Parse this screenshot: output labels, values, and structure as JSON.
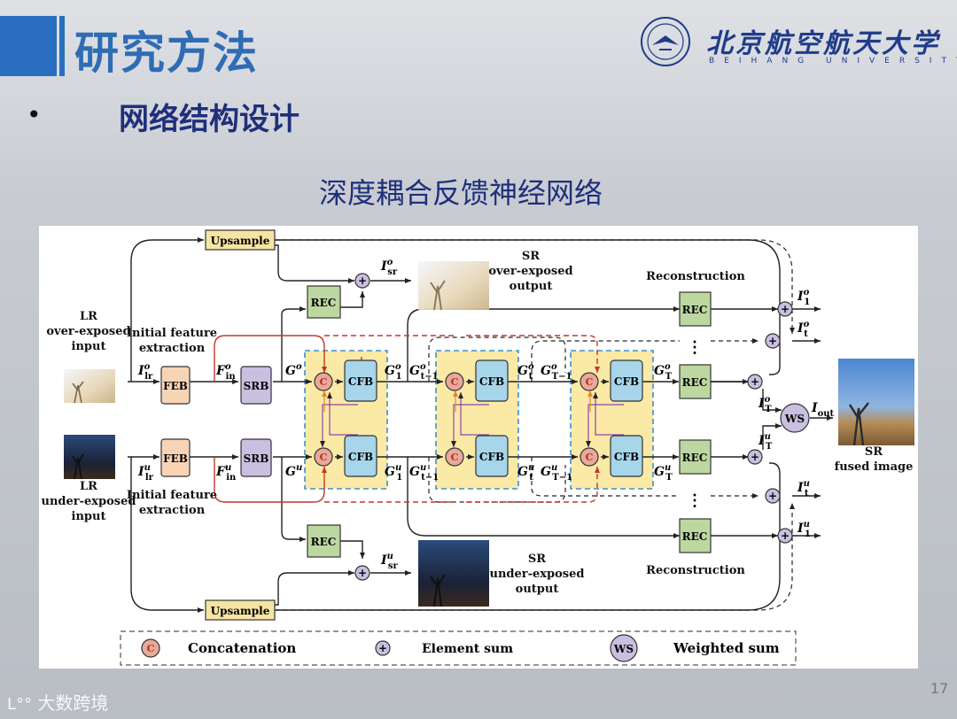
{
  "slide": {
    "title": "研究方法",
    "bullet": "•",
    "subtitle": "网络结构设计",
    "diagram_title": "深度耦合反馈神经网络",
    "page_number": "17",
    "watermark": "大数跨境"
  },
  "university": {
    "name_cn": "北京航空航天大学",
    "name_en": "BEIHANG UNIVERSITY"
  },
  "colors": {
    "accent_blue": "#2a6fbf",
    "feb_fill": "#f8d4b6",
    "srb_fill": "#c9bfe0",
    "cfb_fill": "#a7d5ea",
    "rec_fill": "#bcd8a0",
    "upsample_fill": "#f6e4a3",
    "stage_fill": "#fbe9a6",
    "concat_fill": "#e8a99a",
    "over_path": "#c0392b",
    "under_path": "#222222"
  },
  "diagram": {
    "upsample_label": "Upsample",
    "feb_label": "FEB",
    "srb_label": "SRB",
    "cfb_label": "CFB",
    "rec_label": "REC",
    "concat_symbol": "C",
    "sum_symbol": "+",
    "ws_label": "WS",
    "lr_over_label": [
      "LR",
      "over-exposed",
      "input"
    ],
    "lr_under_label": [
      "LR",
      "under-exposed",
      "input"
    ],
    "initial_feature_label": [
      "Initial feature",
      "extraction"
    ],
    "sr_over_label": [
      "SR",
      "over-exposed",
      "output"
    ],
    "sr_under_label": [
      "SR",
      "under-exposed",
      "output"
    ],
    "sr_fused_label": [
      "SR",
      "fused image"
    ],
    "reconstruction_label": "Reconstruction",
    "vertical_dots": "⋮",
    "var_labels": {
      "i_lr_o": [
        "I",
        "lr",
        "o"
      ],
      "i_lr_u": [
        "I",
        "lr",
        "u"
      ],
      "f_in_o": [
        "F",
        "in",
        "o"
      ],
      "f_in_u": [
        "F",
        "in",
        "u"
      ],
      "g_o": [
        "G",
        "",
        "o"
      ],
      "g_u": [
        "G",
        "",
        "u"
      ],
      "g1_o": [
        "G",
        "1",
        "o"
      ],
      "g1_u": [
        "G",
        "1",
        "u"
      ],
      "gt1_o": [
        "G",
        "t−1",
        "o"
      ],
      "gt1_u": [
        "G",
        "t−1",
        "u"
      ],
      "gt_o": [
        "G",
        "t",
        "o"
      ],
      "gt_u": [
        "G",
        "t",
        "u"
      ],
      "gT1_o": [
        "G",
        "T−1",
        "o"
      ],
      "gT1_u": [
        "G",
        "T−1",
        "u"
      ],
      "gT_o": [
        "G",
        "T",
        "o"
      ],
      "gT_u": [
        "G",
        "T",
        "u"
      ],
      "isr_o": [
        "I",
        "sr",
        "o"
      ],
      "isr_u": [
        "I",
        "sr",
        "u"
      ],
      "i1_o": [
        "I",
        "1",
        "o"
      ],
      "it_o": [
        "I",
        "t",
        "o"
      ],
      "iT_o": [
        "I",
        "T",
        "o"
      ],
      "iT_u": [
        "I",
        "T",
        "u"
      ],
      "it_u": [
        "I",
        "t",
        "u"
      ],
      "i1_u": [
        "I",
        "1",
        "u"
      ],
      "iout": [
        "I",
        "out",
        ""
      ]
    },
    "legend": {
      "concat": "Concatenation",
      "sum": "Element sum",
      "ws": "Weighted sum"
    }
  }
}
